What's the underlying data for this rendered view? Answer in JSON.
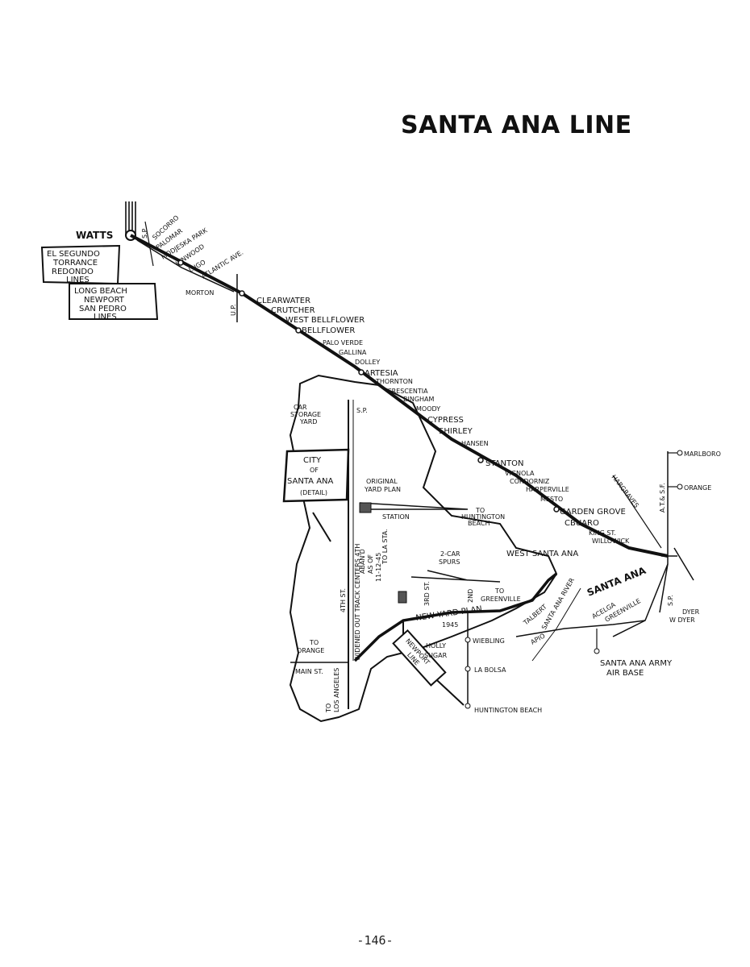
{
  "page": {
    "title": "SANTA ANA LINE",
    "page_number": "-146-"
  },
  "map": {
    "origin": "WATTS",
    "railroads": {
      "southern_pacific": "S.P.",
      "union_pacific": "U.P.",
      "atsf": "A.T.& S.F."
    },
    "connecting_lines": [
      {
        "lines": [
          "EL SEGUNDO",
          "TORRANCE",
          "REDONDO",
          "LINES"
        ]
      },
      {
        "lines": [
          "LONG BEACH",
          "NEWPORT",
          "SAN PEDRO",
          "LINES"
        ]
      }
    ],
    "upper_stations": [
      "SOCORRO",
      "PALOMAR",
      "MODJESKA PARK",
      "LYNWOOD",
      "LUGO",
      "ATLANTIC AVE."
    ],
    "morton": "MORTON",
    "stations": [
      "CLEARWATER",
      "CRUTCHER",
      "WEST BELLFLOWER",
      "BELLFLOWER",
      "PALO VERDE",
      "GALLINA",
      "DOLLEY",
      "ARTESIA",
      "THORNTON",
      "CRESCENTIA",
      "BINGHAM",
      "MOODY",
      "CYPRESS",
      "SHIRLEY",
      "HANSEN",
      "STANTON",
      "VIGNOLA",
      "CORDORNIZ",
      "HARPERVILLE",
      "MESTO",
      "GARDEN GROVE",
      "CBUARO",
      "KING ST.",
      "WILLOWICK"
    ],
    "east_labels": {
      "marlboro": "MARLBORO",
      "orange": "ORANGE",
      "hargraves": "HARGRAVES",
      "santa_ana": "SANTA ANA",
      "dyer": "DYER",
      "new_dyer": "W DYER"
    },
    "south_labels": {
      "west_santa_ana": "WEST SANTA ANA",
      "talbert": "TALBERT",
      "santa_ana_river": "SANTA ANA RIVER",
      "acelga": "ACELGA",
      "greenville": "GREENVILLE",
      "apio": "APIO",
      "santa_ana_army_air_base": [
        "SANTA ANA ARMY",
        "AIR BASE"
      ]
    },
    "detail": {
      "city_box": [
        "CITY",
        "OF",
        "SANTA ANA",
        "(DETAIL)"
      ],
      "car_storage_yard": [
        "CAR",
        "STORAGE",
        "YARD"
      ],
      "original_yard_plan": [
        "ORIGINAL",
        "YARD PLAN"
      ],
      "station": "STATION",
      "to_huntington_beach": [
        "TO",
        "HUNTINGTON",
        "BEACH"
      ],
      "to_la_sta": "TO LA STA.",
      "abandoned_note": [
        "ABAN'D",
        "AS OF",
        "11-12-45"
      ],
      "two_car_spurs": [
        "2-CAR",
        "SPURS"
      ],
      "to_greenville": [
        "TO",
        "GREENVILLE"
      ],
      "third_st": "3RD ST.",
      "second_st": "2ND",
      "fourth_st": "4TH ST.",
      "widened_note": "WIDENED OUT TRACK CENTERS 4TH",
      "new_yard_plan": "NEW YARD PLAN",
      "new_yard_year": "1945",
      "to_orange": [
        "TO",
        "ORANGE"
      ],
      "main_st": "MAIN ST.",
      "to_los_angeles": [
        "TO",
        "LOS ANGELES"
      ]
    },
    "newport_branch": {
      "newport_line": [
        "NEWPORT",
        "LINE"
      ],
      "wiebling": "WIEBLING",
      "holly_sugar": [
        "HOLLY",
        "SUGAR"
      ],
      "la_bolsa": "LA BOLSA",
      "huntington_beach": "HUNTINGTON BEACH"
    }
  }
}
